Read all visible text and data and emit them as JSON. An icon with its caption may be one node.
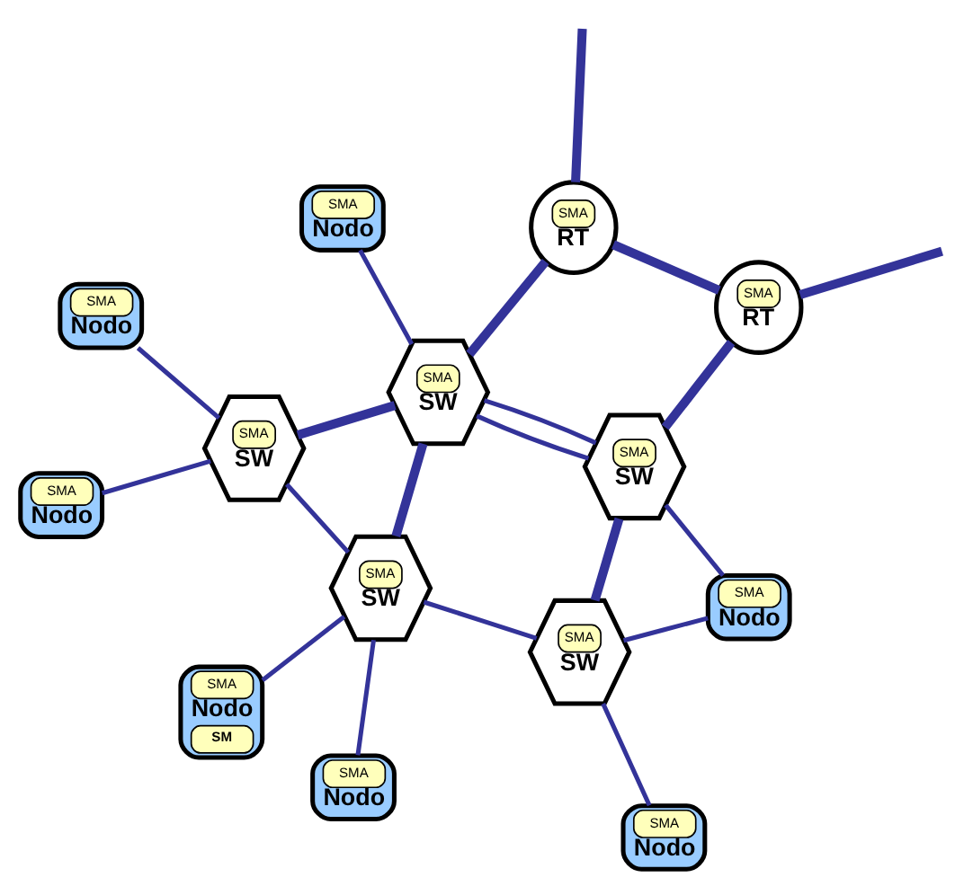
{
  "diagram": {
    "nodes": [
      {
        "text": [
          "SMA",
          "Nodo"
        ]
      },
      {
        "text": [
          "SMA",
          "Nodo"
        ]
      },
      {
        "text": [
          "SMA",
          "Nodo"
        ]
      },
      {
        "text": [
          "SMA",
          "SW"
        ]
      },
      {
        "text": [
          "SMA",
          "RT"
        ]
      },
      {
        "text": [
          "SMA",
          "SW"
        ]
      },
      {
        "text": [
          "SMA",
          "Nodo",
          "SM"
        ]
      },
      {
        "text": [
          "SMA",
          "SW"
        ]
      },
      {
        "text": [
          "SMA",
          "SW"
        ]
      },
      {
        "text": [
          "SMA",
          "RT"
        ]
      },
      {
        "text": [
          "SMA",
          "Nodo"
        ]
      },
      {
        "text": [
          "SMA",
          "SW"
        ]
      },
      {
        "text": [
          "SMA",
          "Nodo"
        ]
      },
      {
        "text": [
          "SMA",
          "Nodo"
        ]
      }
    ],
    "edges": [
      {
        "from": 0,
        "to": 3,
        "arrow": "none"
      },
      {
        "from": 2,
        "to": 3,
        "arrow": "none"
      },
      {
        "from": 1,
        "to": 5,
        "arrow": "none"
      },
      {
        "from": 3,
        "to": 5,
        "arrow": "none",
        "style": "thick"
      },
      {
        "from": 3,
        "to": 7,
        "arrow": "none"
      },
      {
        "from": 6,
        "to": 7,
        "arrow": "none"
      },
      {
        "from": 7,
        "to": 5,
        "arrow": "none",
        "style": "thick"
      },
      {
        "from": 5,
        "to": 4,
        "arrow": "none",
        "style": "thick"
      },
      {
        "from": 5,
        "to": 8,
        "arrow": "none"
      },
      {
        "from": 5,
        "to": 8,
        "arrow": "none"
      },
      {
        "from": 4,
        "to": 9,
        "arrow": "none",
        "style": "thick"
      },
      {
        "from": 4,
        "to": null,
        "arrow": "none",
        "style": "thick"
      },
      {
        "from": 7,
        "to": 10,
        "arrow": "none"
      },
      {
        "from": 7,
        "to": 11,
        "arrow": "none"
      },
      {
        "from": 11,
        "to": 8,
        "arrow": "none",
        "style": "thick"
      },
      {
        "from": 8,
        "to": 9,
        "arrow": "none",
        "style": "thick"
      },
      {
        "from": 9,
        "to": null,
        "arrow": "none",
        "style": "thick"
      },
      {
        "from": 11,
        "to": 12,
        "arrow": "none"
      },
      {
        "from": 11,
        "to": 13,
        "arrow": "none"
      },
      {
        "from": 8,
        "to": 13,
        "arrow": "none"
      }
    ]
  }
}
